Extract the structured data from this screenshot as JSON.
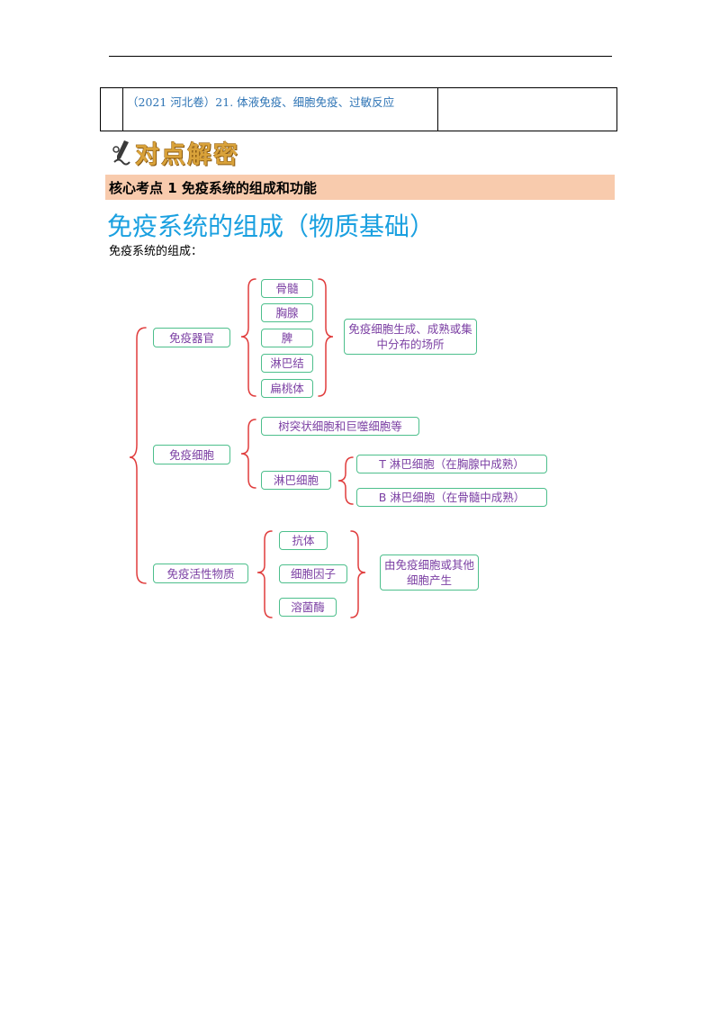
{
  "reference": {
    "text": "（2021 河北卷）21. 体液免疫、细胞免疫、过敏反应"
  },
  "banner": {
    "text": "对点解密",
    "icon": "pen-writing-icon"
  },
  "section": {
    "title": "核心考点 1  免疫系统的组成和功能"
  },
  "heading": {
    "title": "免疫系统的组成（物质基础）"
  },
  "subline": {
    "text": "免疫系统的组成："
  },
  "diagram": {
    "organs": {
      "label": "免疫器官",
      "items": [
        "骨髓",
        "胸腺",
        "脾",
        "淋巴结",
        "扁桃体"
      ],
      "note": "免疫细胞生成、成熟或集中分布的场所"
    },
    "cells": {
      "label": "免疫细胞",
      "dendritic": "树突状细胞和巨噬细胞等",
      "lymph": "淋巴细胞",
      "t_cell": "T 淋巴细胞（在胸腺中成熟）",
      "b_cell": "B 淋巴细胞（在骨髓中成熟）"
    },
    "active": {
      "label": "免疫活性物质",
      "items": [
        "抗体",
        "细胞因子",
        "溶菌酶"
      ],
      "note": "由免疫细胞或其他细胞产生"
    },
    "colors": {
      "box_border": "#4dbf8c",
      "text": "#7b3fa3",
      "brace": "#e03c3c"
    }
  }
}
